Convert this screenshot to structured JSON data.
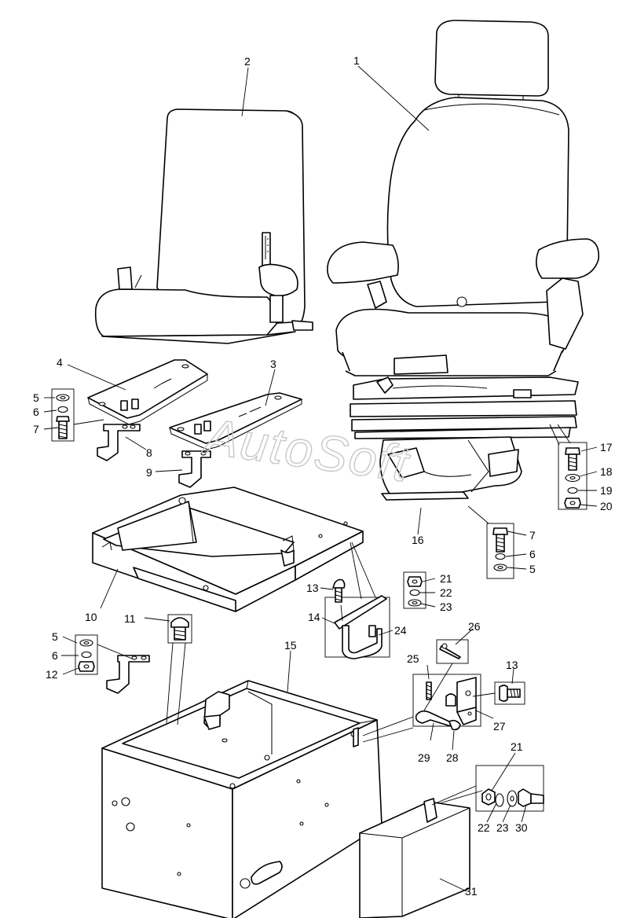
{
  "watermark": "AutoSoft",
  "callouts": {
    "c1": "1",
    "c2": "2",
    "c3": "3",
    "c4": "4",
    "c5a": "5",
    "c6a": "6",
    "c7a": "7",
    "c8": "8",
    "c9": "9",
    "c17": "17",
    "c18": "18",
    "c19": "19",
    "c20": "20",
    "c7b": "7",
    "c6b": "6",
    "c5b": "5",
    "c16": "16",
    "c10": "10",
    "c13a": "13",
    "c14": "14",
    "c21a": "21",
    "c22a": "22",
    "c23a": "23",
    "c24": "24",
    "c11": "11",
    "c5c": "5",
    "c6c": "6",
    "c12": "12",
    "c15": "15",
    "c26": "26",
    "c25": "25",
    "c13b": "13",
    "c27": "27",
    "c29": "29",
    "c28": "28",
    "c21b": "21",
    "c22b": "22",
    "c23b": "23",
    "c30": "30",
    "c31": "31"
  }
}
